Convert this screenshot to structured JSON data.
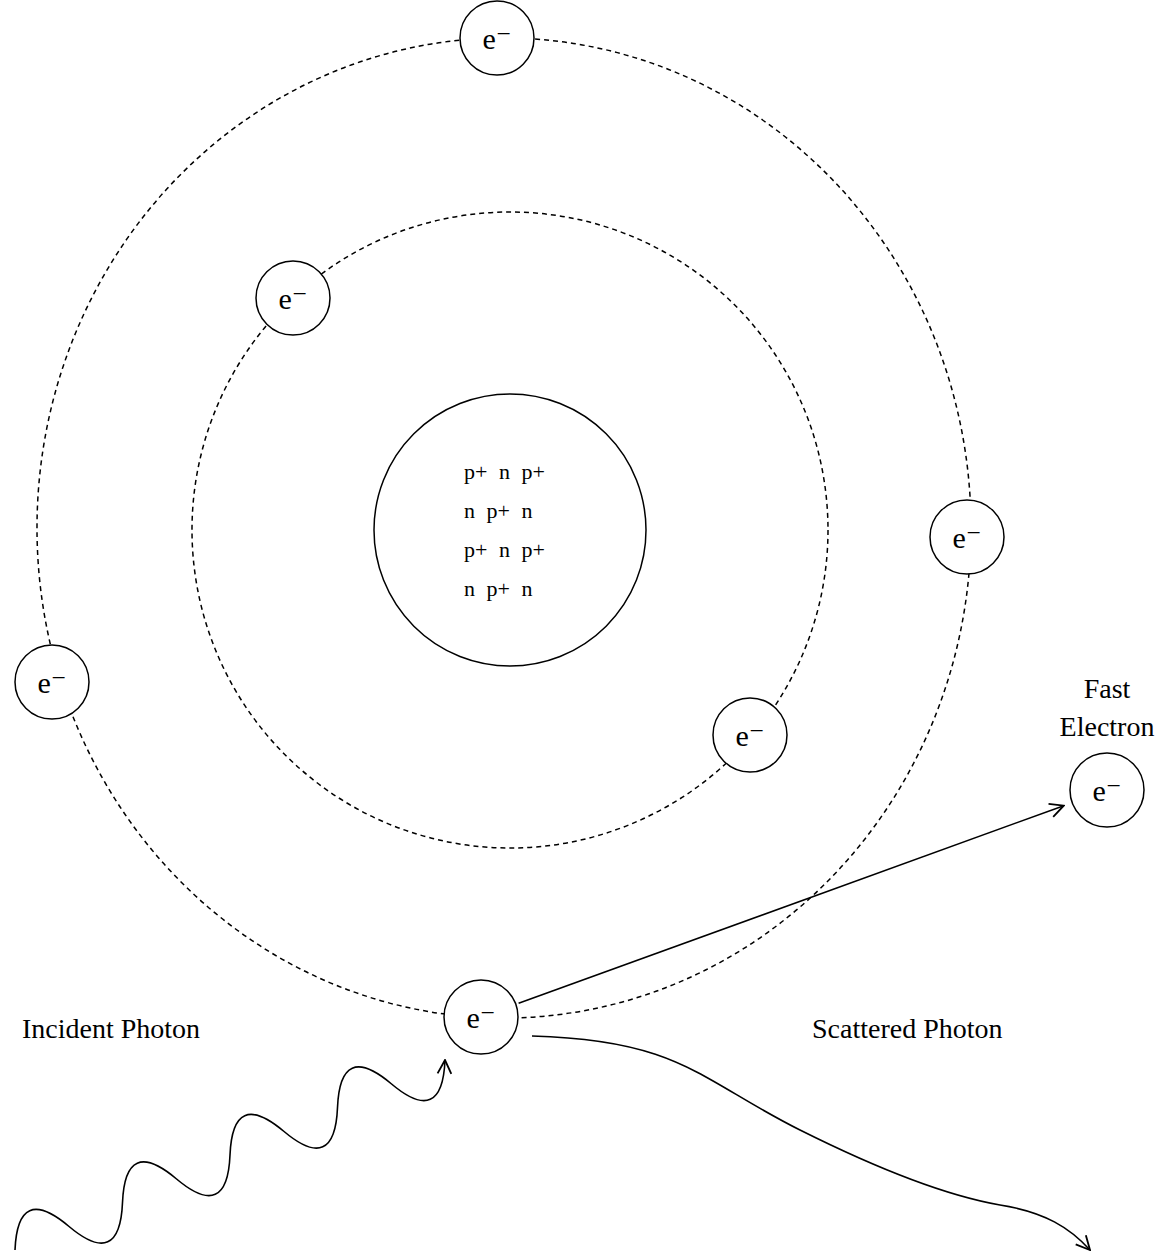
{
  "diagram": {
    "nodes": [
      {
        "text": [
          "e⁻"
        ]
      },
      {
        "text": [
          "e⁻"
        ]
      },
      {
        "text": [
          "p+ n p+ n p+ n p+ n p+ n p+ n"
        ]
      },
      {
        "text": [
          "e⁻"
        ]
      },
      {
        "text": [
          "e⁻"
        ]
      },
      {
        "text": [
          "Fast Electron",
          "e⁻"
        ]
      },
      {
        "text": [
          "e⁻"
        ]
      },
      {
        "text": [
          "e⁻"
        ]
      }
    ],
    "edges": [
      {
        "from": 7,
        "to": 5,
        "arrow": "to"
      }
    ],
    "labels": [
      "Incident Photon",
      "Scattered Photon"
    ]
  }
}
